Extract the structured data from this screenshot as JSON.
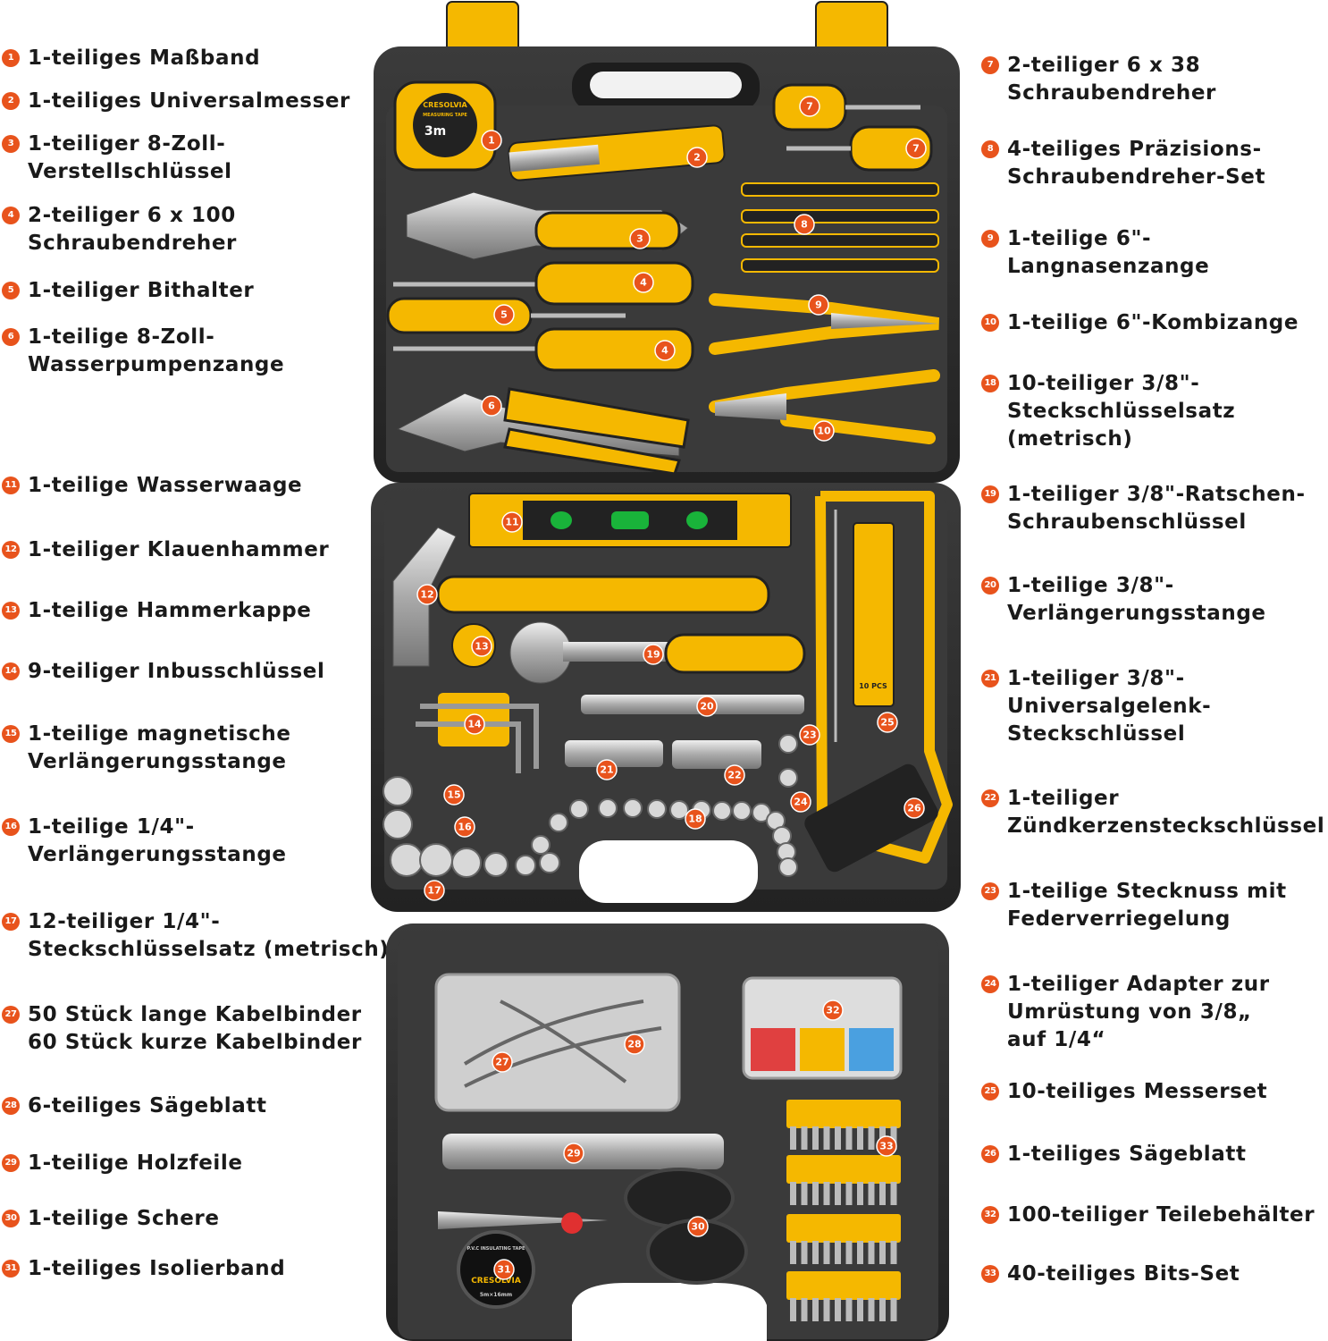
{
  "colors": {
    "case_dark": "#2b2b2b",
    "foam": "#3a3a3a",
    "accent_yellow": "#f5b800",
    "marker_orange": "#e8531c",
    "text_dark": "#1a1a1a"
  },
  "legend_left": [
    {
      "num": "1",
      "text": "1-teiliges Maßband"
    },
    {
      "num": "2",
      "text": "1-teiliges Universalmesser"
    },
    {
      "num": "3",
      "text": "1-teiliger 8-Zoll-\nVerstellschlüssel"
    },
    {
      "num": "4",
      "text": "2-teiliger 6 x 100\nSchraubendreher"
    },
    {
      "num": "5",
      "text": "1-teiliger Bithalter"
    },
    {
      "num": "6",
      "text": "1-teilige 8-Zoll-\nWasserpumpenzange"
    },
    {
      "num": "11",
      "text": "1-teilige Wasserwaage"
    },
    {
      "num": "12",
      "text": "1-teiliger Klauenhammer"
    },
    {
      "num": "13",
      "text": "1-teilige Hammerkappe"
    },
    {
      "num": "14",
      "text": "9-teiliger Inbusschlüssel"
    },
    {
      "num": "15",
      "text": "1-teilige magnetische\nVerlängerungsstange"
    },
    {
      "num": "16",
      "text": "1-teilige 1/4\"-\nVerlängerungsstange"
    },
    {
      "num": "17",
      "text": "12-teiliger 1/4\"-\nSteckschlüsselsatz (metrisch)"
    },
    {
      "num": "27",
      "text": "50 Stück lange Kabelbinder\n60 Stück kurze Kabelbinder"
    },
    {
      "num": "28",
      "text": "6-teiliges Sägeblatt"
    },
    {
      "num": "29",
      "text": "1-teilige Holzfeile"
    },
    {
      "num": "30",
      "text": "1-teilige Schere"
    },
    {
      "num": "31",
      "text": "1-teiliges Isolierband"
    }
  ],
  "legend_right": [
    {
      "num": "7",
      "text": "2-teiliger  6 x 38\nSchraubendreher"
    },
    {
      "num": "8",
      "text": "4-teiliges Präzisions-\nSchraubendreher-Set"
    },
    {
      "num": "9",
      "text": "1-teilige 6\"-\nLangnasenzange"
    },
    {
      "num": "10",
      "text": "1-teilige 6\"-Kombizange"
    },
    {
      "num": "18",
      "text": "10-teiliger 3/8\"-\nSteckschlüsselsatz (metrisch)"
    },
    {
      "num": "19",
      "text": "1-teiliger 3/8\"-Ratschen-\nSchraubenschlüssel"
    },
    {
      "num": "20",
      "text": "1-teilige 3/8\"-\nVerlängerungsstange"
    },
    {
      "num": "21",
      "text": "1-teiliger 3/8\"-\nUniversalgelenk-\nSteckschlüssel"
    },
    {
      "num": "22",
      "text": "1-teiliger\nZündkerzensteckschlüssel"
    },
    {
      "num": "23",
      "text": "1-teilige Stecknuss mit\nFederverriegelung"
    },
    {
      "num": "24",
      "text": "1-teiliger Adapter zur\nUmrüstung von 3/8„\nauf 1/4“"
    },
    {
      "num": "25",
      "text": "10-teiliges Messerset"
    },
    {
      "num": "26",
      "text": "1-teiliges Sägeblatt"
    },
    {
      "num": "32",
      "text": "100-teiliger Teilebehälter"
    },
    {
      "num": "33",
      "text": "40-teiliges Bits-Set"
    }
  ],
  "image_markers": [
    "1",
    "2",
    "3",
    "4",
    "5",
    "4",
    "6",
    "7",
    "7",
    "8",
    "9",
    "10",
    "11",
    "12",
    "13",
    "19",
    "14",
    "20",
    "21",
    "22",
    "23",
    "24",
    "25",
    "26",
    "15",
    "16",
    "17",
    "18",
    "27",
    "28",
    "32",
    "29",
    "33",
    "30",
    "31"
  ],
  "printed_text": {
    "tape_brand": "CRESOLVIA",
    "tape_label": "MEASURING TAPE",
    "tape_length": "3m",
    "insulating_tape": "P.V.C INSULATING TAPE",
    "insulating_brand": "CRESOLVIA",
    "insulating_size": "5m×16mm",
    "blade_count": "10\nPCS"
  }
}
